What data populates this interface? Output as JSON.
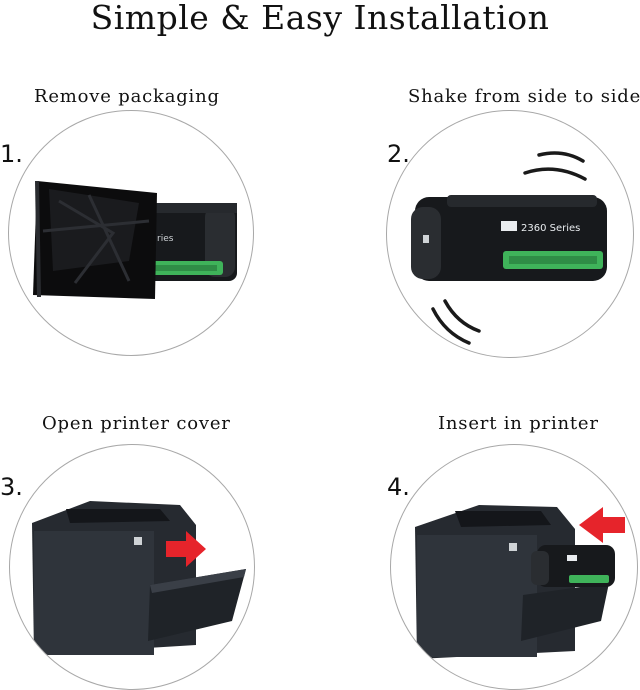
{
  "title": "Simple & Easy Installation",
  "steps": [
    {
      "number": "1.",
      "label": "Remove packaging"
    },
    {
      "number": "2.",
      "label": "Shake from side to side"
    },
    {
      "number": "3.",
      "label": "Open printer cover"
    },
    {
      "number": "4.",
      "label": "Insert in printer"
    }
  ],
  "cartridge": {
    "series_text": "2360 Series",
    "side_text": "ries"
  },
  "colors": {
    "cartridge": "#17191c",
    "cartridge_shade": "#2a2d31",
    "handle": "#3fb35a",
    "arrow": "#e6242b",
    "printer": "#262a30",
    "bag": "#0c0c0d"
  },
  "icons": [
    "toner-cartridge-icon",
    "plastic-bag-icon",
    "shake-motion-icon",
    "printer-icon",
    "red-arrow-icon"
  ]
}
